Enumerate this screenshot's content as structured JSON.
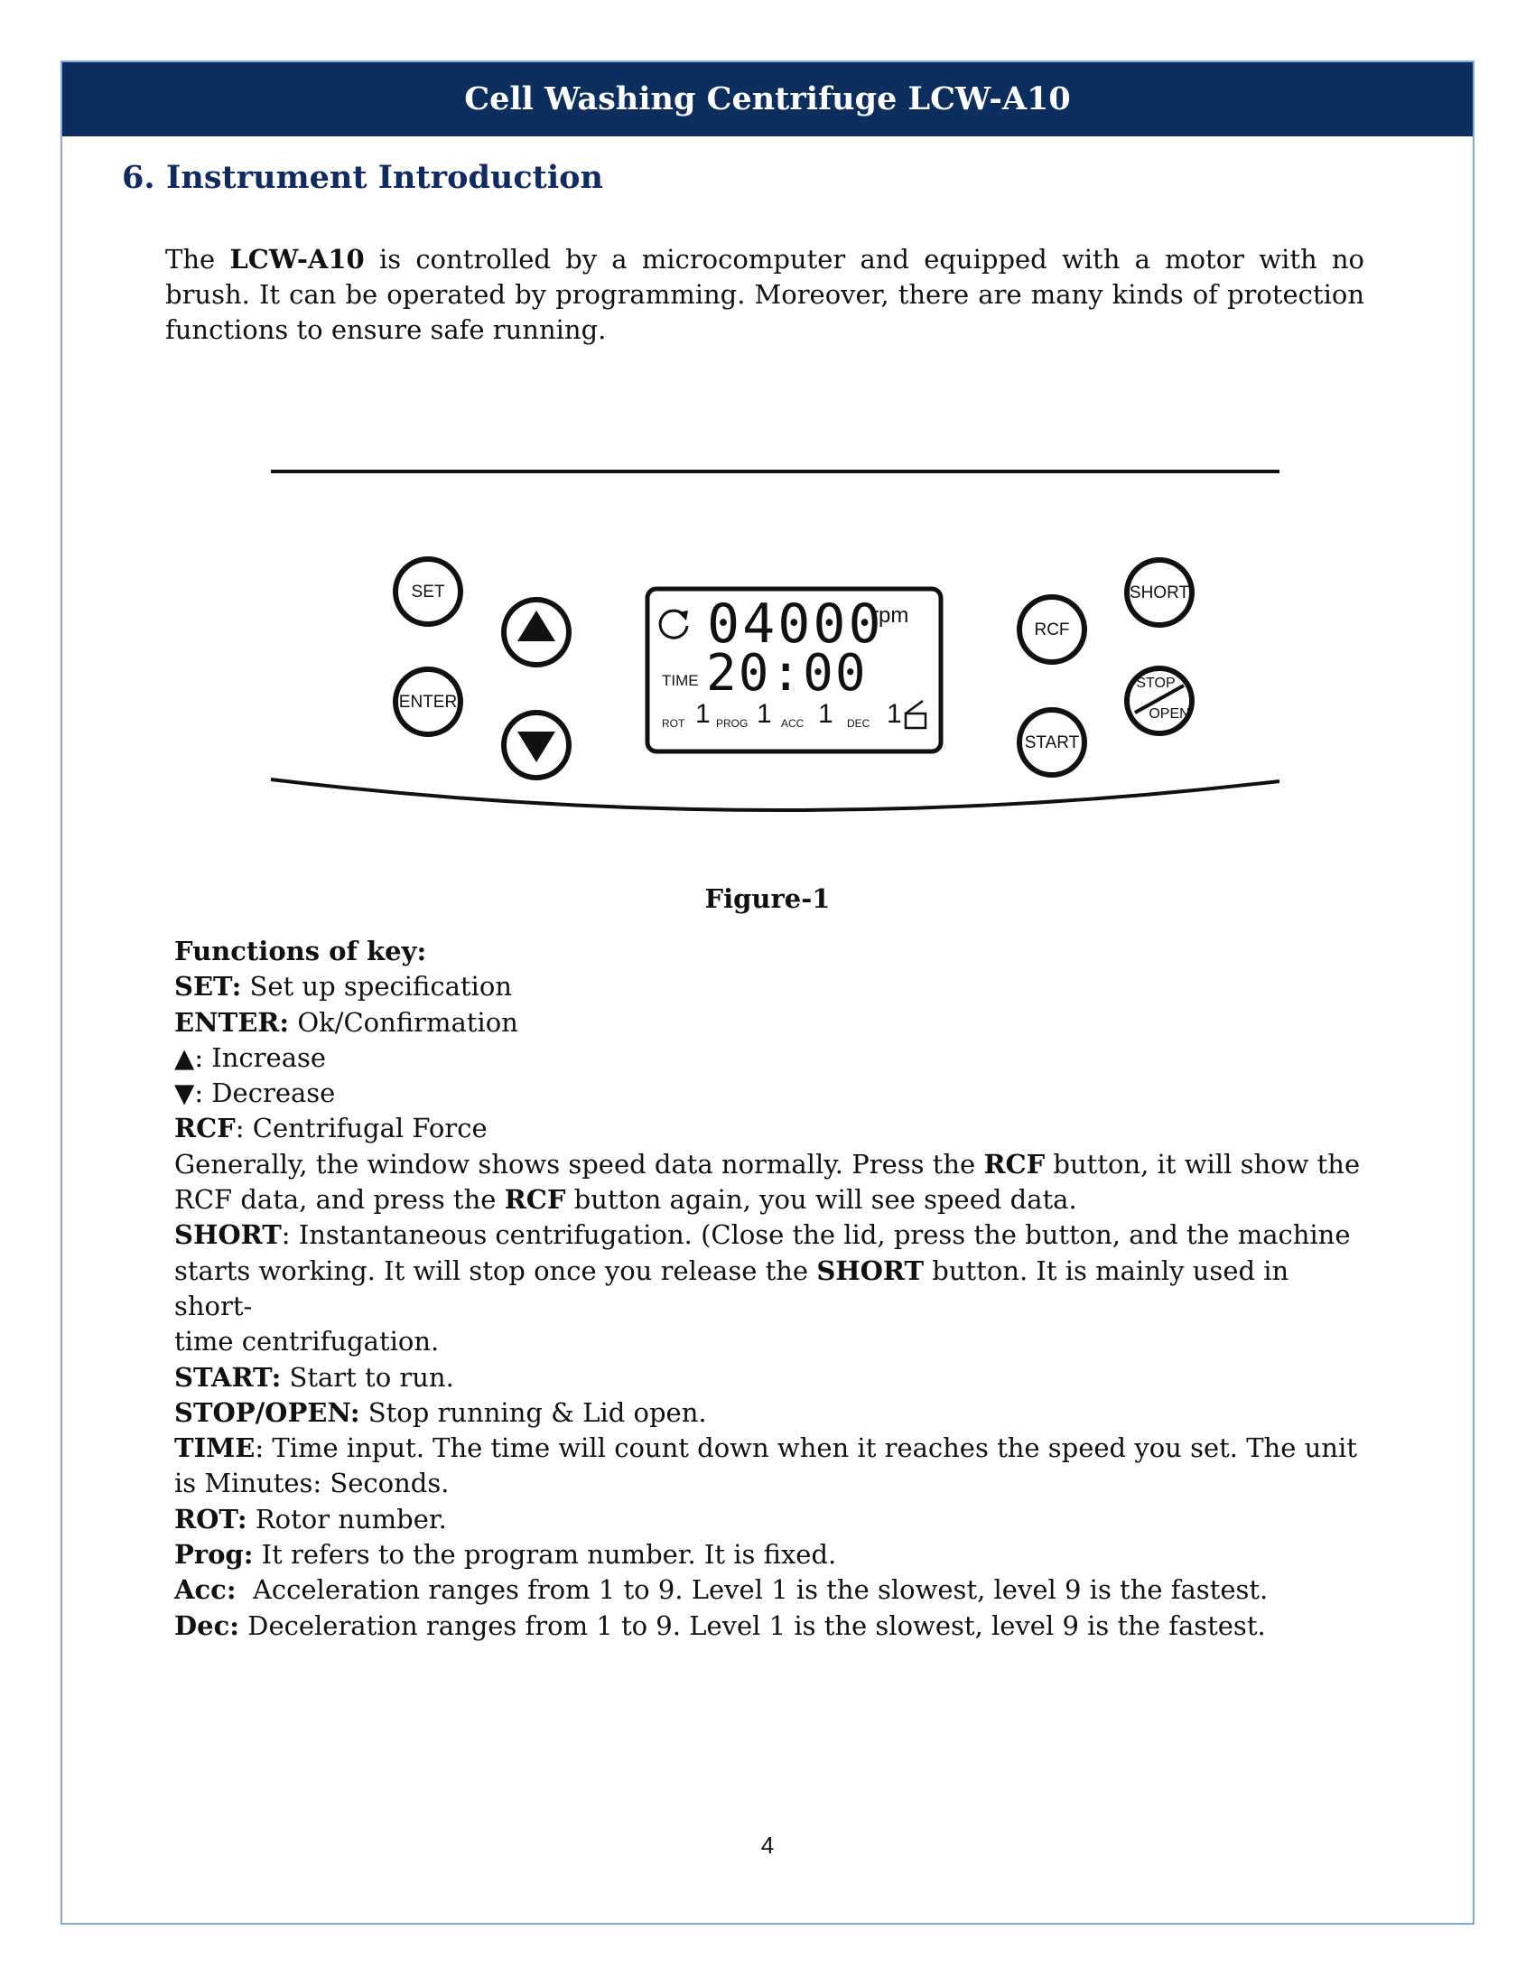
{
  "header": {
    "title": "Cell Washing Centrifuge LCW-A10"
  },
  "section": {
    "number": "6.",
    "title": "Instrument Introduction"
  },
  "intro": {
    "pre": "The ",
    "model": "LCW-A10",
    "post": " is controlled by a microcomputer and equipped with a motor with no brush. It can be operated by programming. Moreover, there are many kinds of protection functions to ensure safe running."
  },
  "figure": {
    "buttons": {
      "set": "SET",
      "enter": "ENTER",
      "rcf": "RCF",
      "start": "START",
      "short": "SHORT",
      "stop": "STOP",
      "open": "OPEN"
    },
    "display": {
      "speed": "04000",
      "speed_unit": "rpm",
      "time_label": "TIME",
      "time": "20:00",
      "rot_label": "ROT",
      "rot": "1",
      "prog_label": "PROG",
      "prog": "1",
      "acc_label": "ACC",
      "acc": "1",
      "dec_label": "DEC",
      "dec": "1"
    },
    "caption": "Figure-1"
  },
  "functions": {
    "heading": "Functions of key:",
    "set": {
      "key": "SET:",
      "text": " Set up specification"
    },
    "enter": {
      "key": "ENTER:",
      "text": " Ok/Confirmation"
    },
    "up": {
      "key": "▲",
      "text": ": Increase"
    },
    "down": {
      "key": "▼",
      "text": ": Decrease"
    },
    "rcf": {
      "key": "RCF",
      "text": ": Centrifugal Force"
    },
    "general": {
      "a": "Generally, the window shows speed data normally. Press the ",
      "b": "RCF",
      "c": " button, it will show the",
      "d": "RCF data, and press the ",
      "e": "RCF",
      "f": " button again, you will see speed data."
    },
    "short": {
      "key": "SHORT",
      "a": ": Instantaneous centrifugation. (Close the lid, press the button, and the machine",
      "b": "starts working. It will stop once you release the ",
      "c": "SHORT",
      "d": " button. It is mainly used in short-",
      "e": "time centrifugation."
    },
    "start": {
      "key": "START:",
      "text": " Start to run."
    },
    "stop_open": {
      "key": "STOP/OPEN:",
      "text": " Stop running & Lid open."
    },
    "time": {
      "key": "TIME",
      "a": ": Time input. The time will count down when it reaches the speed you set. The unit",
      "b": "is Minutes: Seconds."
    },
    "rot": {
      "key": "ROT:",
      "text": " Rotor number."
    },
    "prog": {
      "key": "Prog:",
      "text": " It refers to the program number. It is fixed."
    },
    "acc": {
      "key": "Acc:",
      "text": "  Acceleration ranges from 1 to 9. Level 1 is the slowest, level 9 is the fastest."
    },
    "dec": {
      "key": "Dec:",
      "text": " Deceleration ranges from 1 to 9. Level 1 is the slowest, level 9 is the fastest."
    }
  },
  "page": {
    "number": "4"
  }
}
